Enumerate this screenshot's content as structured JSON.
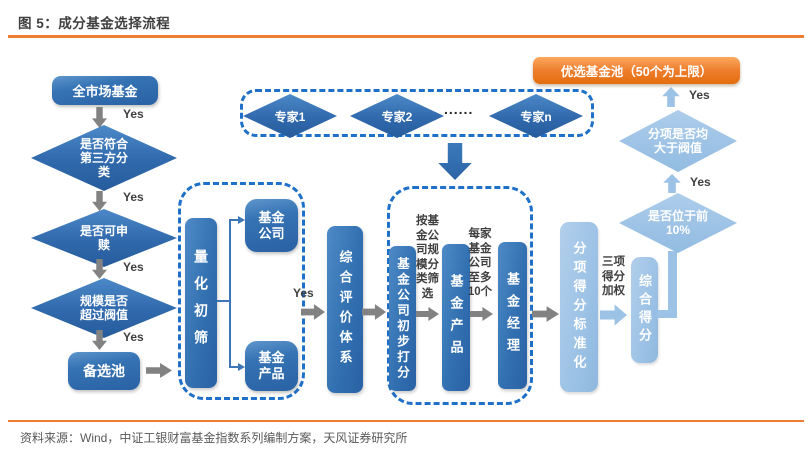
{
  "figure": {
    "title": "图 5：成分基金选择流程",
    "source": "资料来源：Wind，中证工银财富基金指数系列编制方案，天风证券研究所"
  },
  "labels": {
    "yes": "Yes",
    "ellipsis": "......"
  },
  "left_flow": {
    "start": "全市场基金",
    "check_classification": "是否符合第三方分类",
    "check_redeemable": "是否可申赎",
    "check_scale": "规模是否超过阀值",
    "candidate_pool": "备选池"
  },
  "quant_screen": {
    "main": "量化初筛",
    "fund_company": "基金公司",
    "fund_product": "基金产品"
  },
  "evaluation_system": "综合评价体系",
  "experts": {
    "expert1": "专家1",
    "expert2": "专家2",
    "expert_n": "专家n"
  },
  "deep_screen": {
    "company_score": "基金公司初步打分",
    "note_company_size": "按基金公司规模分类筛选",
    "fund_product": "基金产品",
    "note_per_company": "每家基金公司至多10个",
    "fund_manager": "基金经理"
  },
  "scoring": {
    "standardize": "分项得分标准化",
    "note_weighting": "三项得分加权",
    "composite_score": "综合得分",
    "check_top10": "是否位于前10%",
    "check_threshold": "分项是否均大于阀值",
    "final_pool": "优选基金池（50个为上限）"
  },
  "colors": {
    "accent_orange": "#ED7D31",
    "dark_blue": "#2E6CAD",
    "light_blue": "#9CC2E5",
    "arrow_gray": "#828282",
    "dashed_blue": "#1E70C8"
  }
}
